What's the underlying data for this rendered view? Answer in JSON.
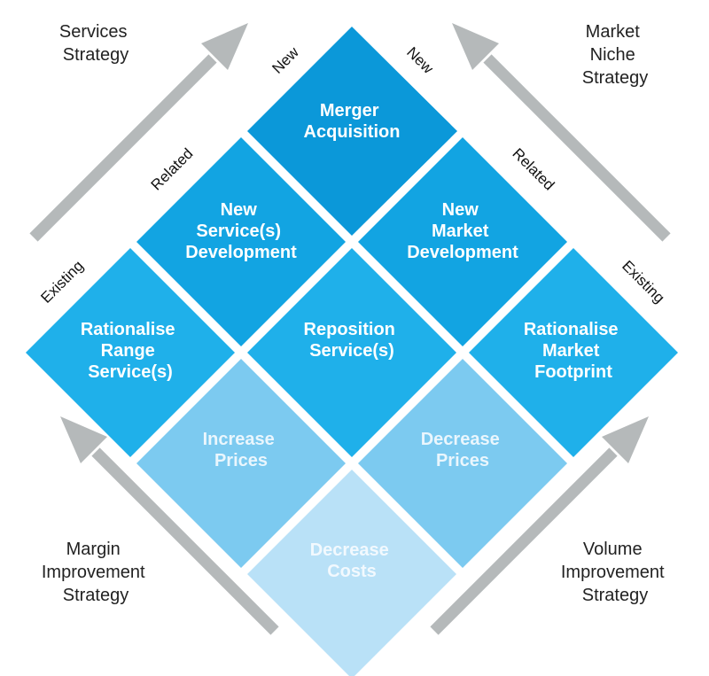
{
  "tiles": {
    "merger": {
      "line1": "Merger",
      "line2": "Acquisition",
      "color": "#0b98d9"
    },
    "new_service": {
      "line1": "New",
      "line2": "Service(s)",
      "line3": "Development",
      "color": "#12a4e2"
    },
    "new_market": {
      "line1": "New",
      "line2": "Market",
      "line3": "Development",
      "color": "#12a4e2"
    },
    "rationalise_range": {
      "line1": "Rationalise",
      "line2": "Range",
      "line3": "Service(s)",
      "color": "#1fb0ea"
    },
    "reposition": {
      "line1": "Reposition",
      "line2": "Service(s)",
      "color": "#1fb0ea"
    },
    "rationalise_market": {
      "line1": "Rationalise",
      "line2": "Market",
      "line3": "Footprint",
      "color": "#1fb0ea"
    },
    "increase_prices": {
      "line1": "Increase",
      "line2": "Prices",
      "color": "#7ccaf0"
    },
    "decrease_prices": {
      "line1": "Decrease",
      "line2": "Prices",
      "color": "#7ccaf0"
    },
    "decrease_costs": {
      "line1": "Decrease",
      "line2": "Costs",
      "color": "#b9e1f7"
    }
  },
  "axis_labels": {
    "left": {
      "new": "New",
      "related": "Related",
      "existing": "Existing"
    },
    "right": {
      "new": "New",
      "related": "Related",
      "existing": "Existing"
    }
  },
  "strategies": {
    "services": {
      "line1": "Services",
      "line2": "Strategy"
    },
    "market_niche": {
      "line1": "Market",
      "line2": "Niche",
      "line3": "Strategy"
    },
    "margin": {
      "line1": "Margin",
      "line2": "Improvement",
      "line3": "Strategy"
    },
    "volume": {
      "line1": "Volume",
      "line2": "Improvement",
      "line3": "Strategy"
    }
  },
  "arrow_color": "#b5b9ba"
}
